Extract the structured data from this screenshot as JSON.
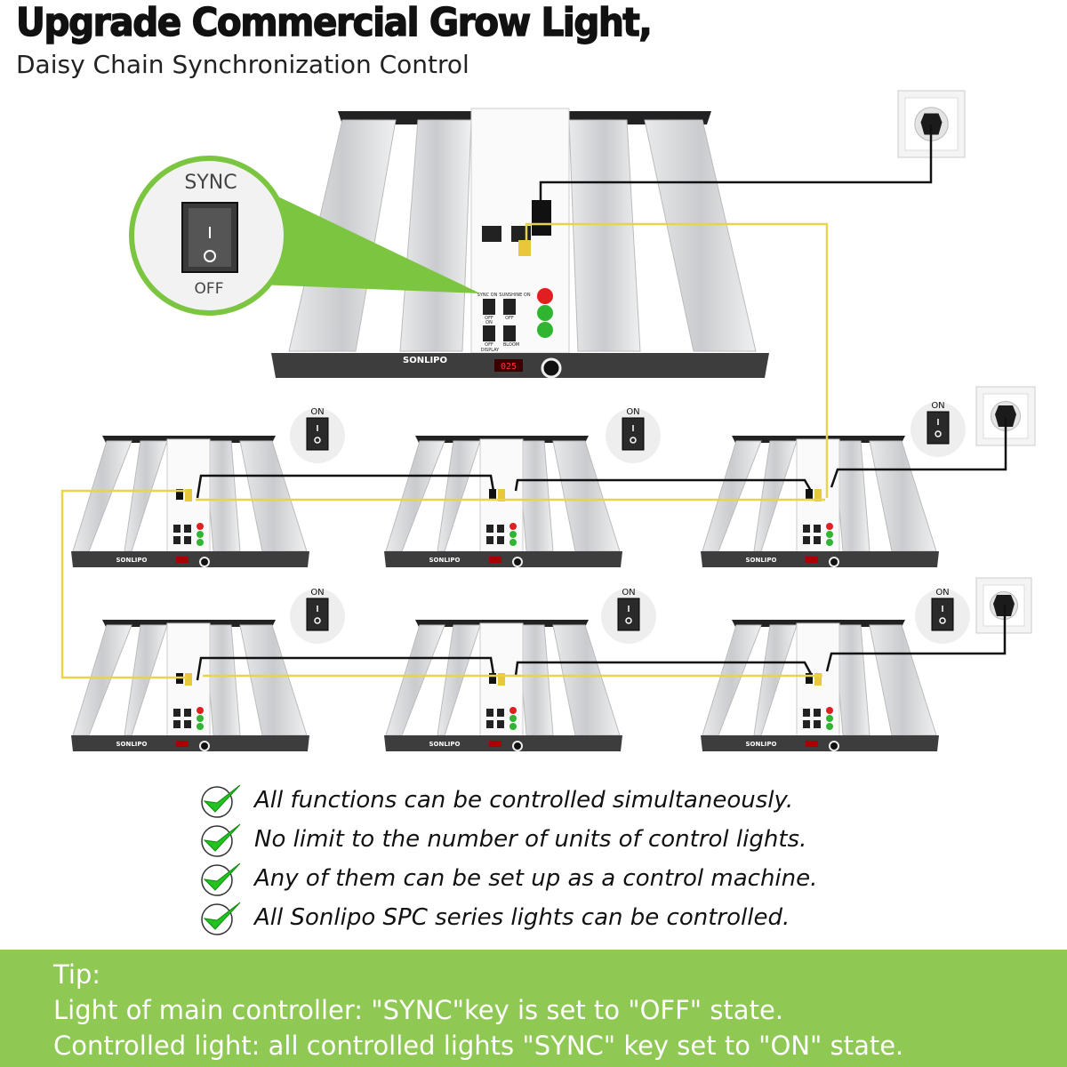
{
  "header": {
    "title": "Upgrade Commercial Grow Light,",
    "subtitle": "Daisy Chain Synchronization Control"
  },
  "main_light": {
    "brand": "SONLIPO",
    "display": "025",
    "switch_labels": [
      "SYNC ON",
      "SUNSHINE ON",
      "OFF",
      "OFF",
      "ON",
      "OFF",
      "DISPLAY",
      "BLOOM"
    ],
    "callout": {
      "top": "SYNC",
      "bottom": "OFF"
    }
  },
  "controlled_lights": {
    "brand": "SONLIPO",
    "switch_label": "ON",
    "count": 6
  },
  "features": [
    "All functions can be controlled simultaneously.",
    "No limit to the number of units of control lights.",
    "Any of them can be set up as a control machine.",
    "All Sonlipo SPC series lights can be controlled."
  ],
  "tip": {
    "heading": "Tip:",
    "lines": [
      "Light of main controller: \"SYNC\"key is set to \"OFF\" state.",
      "Controlled light: all controlled lights \"SYNC\" key set to \"ON\" state."
    ]
  },
  "colors": {
    "accent_green": "#8fc853",
    "check_green": "#22c31e",
    "wire_yellow": "#e8d44a",
    "housing_dark": "#3a3a3a"
  }
}
